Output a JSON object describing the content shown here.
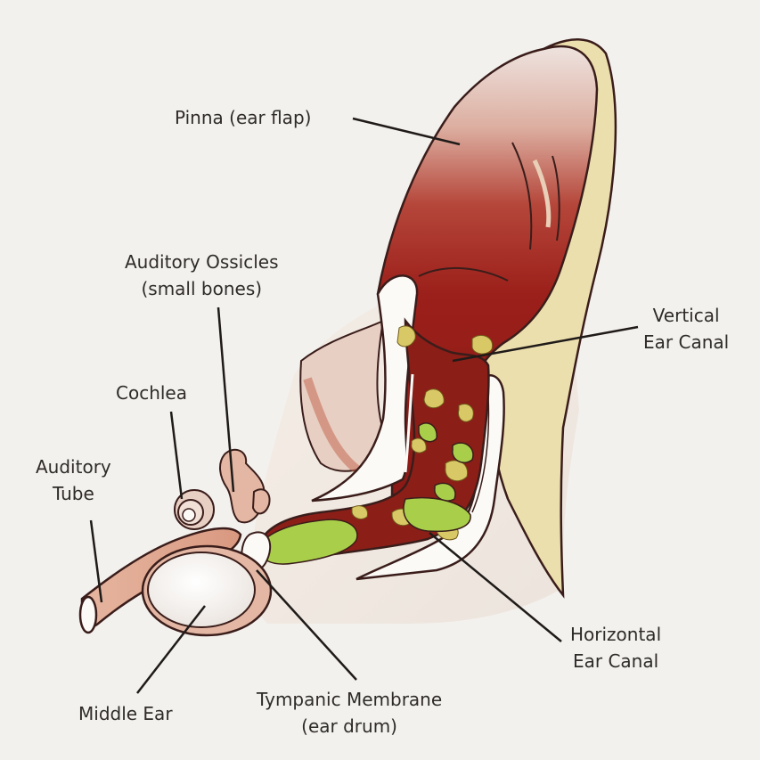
{
  "diagram": {
    "labels": {
      "pinna": "Pinna (ear flap)",
      "ossicles_line1": "Auditory Ossicles",
      "ossicles_line2": "(small bones)",
      "cochlea": "Cochlea",
      "tube_line1": "Auditory",
      "tube_line2": "Tube",
      "vertical_line1": "Vertical",
      "vertical_line2": "Ear Canal",
      "horizontal_line1": "Horizontal",
      "horizontal_line2": "Ear Canal",
      "middle_ear": "Middle Ear",
      "tympanic_line1": "Tympanic Membrane",
      "tympanic_line2": "(ear drum)"
    },
    "colors": {
      "background": "#f3f1ee",
      "pinna_top": "#ecdcd6",
      "pinna_dark": "#9b1f1a",
      "cartilage": "#ecdfae",
      "canal_white": "#fbfaf7",
      "debris": "#a9cf4a",
      "wax": "#d6c35a",
      "bone": "#e3b7a4",
      "outline": "#3a1d1a"
    }
  }
}
